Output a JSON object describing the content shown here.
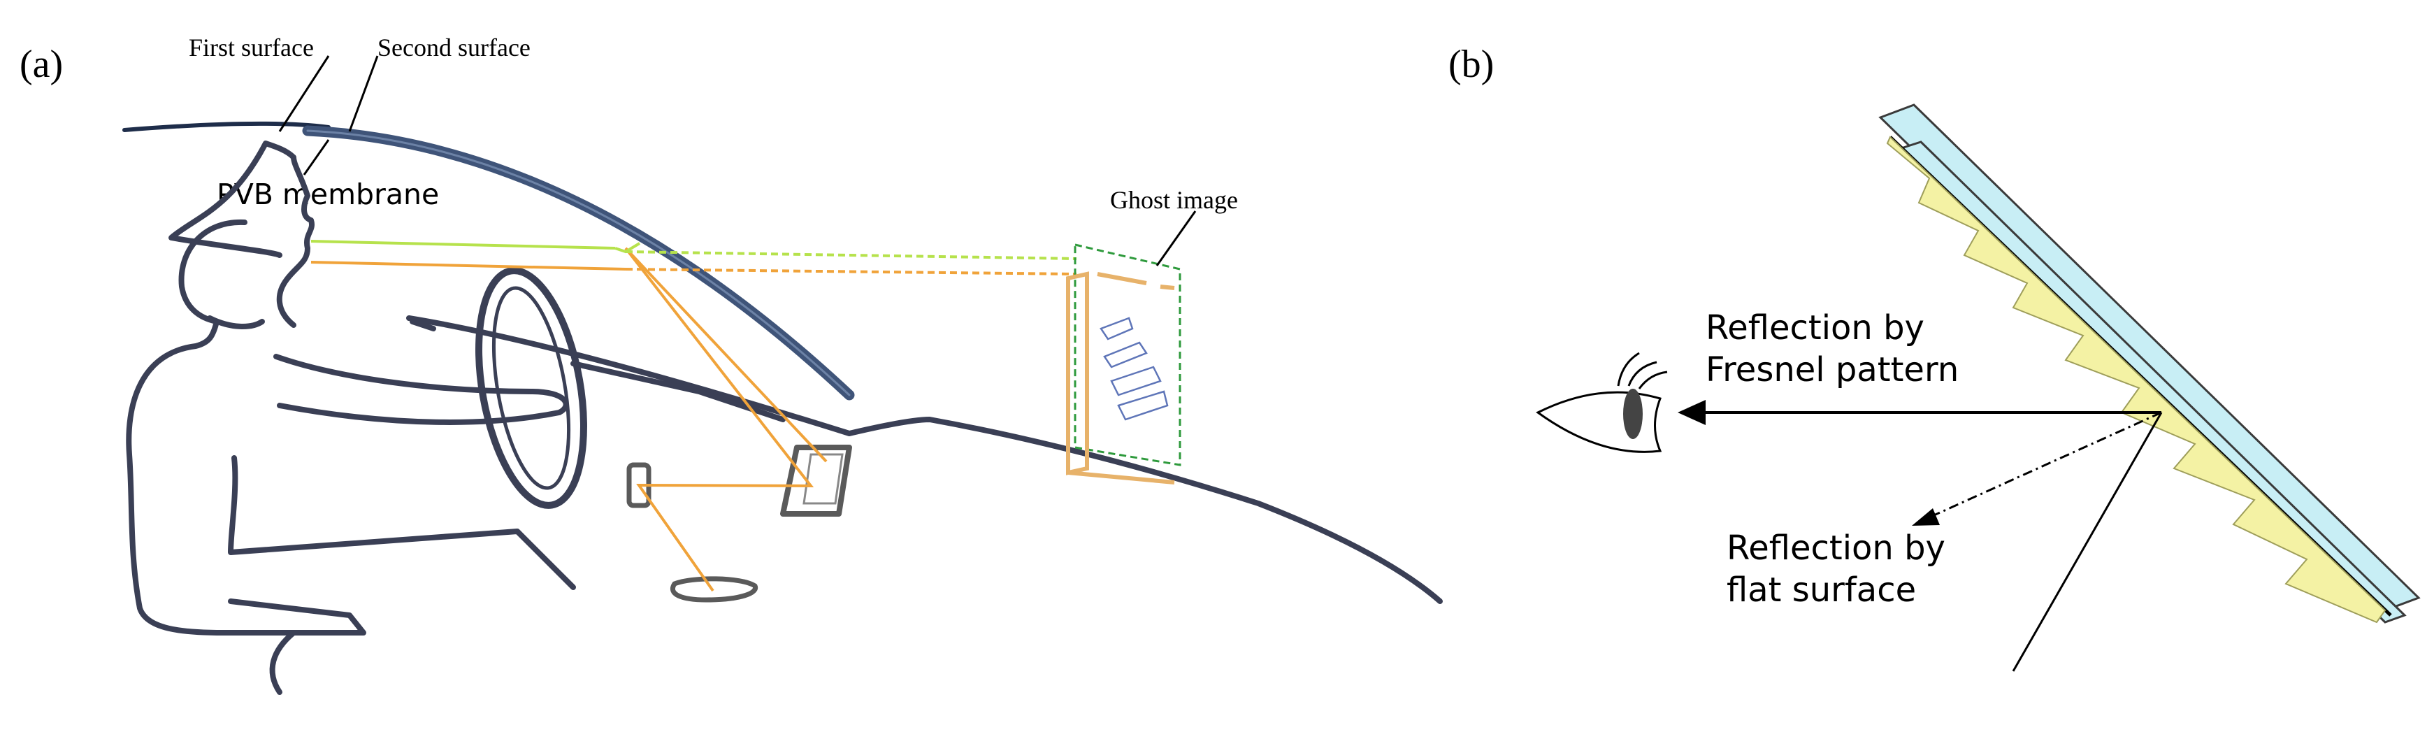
{
  "panel_a": {
    "label": "(a)",
    "first_surface": "First surface",
    "second_surface": "Second surface",
    "pvb_membrane": "PVB membrane",
    "ghost_image": "Ghost image"
  },
  "panel_b": {
    "label": "(b)",
    "fresnel_line1": "Reflection by",
    "fresnel_line2": "Fresnel pattern",
    "flat_line1": "Reflection by",
    "flat_line2": "flat surface"
  },
  "colors": {
    "body_outline": "#3a3f55",
    "windshield": "#3f5479",
    "orange_ray": "#f0a33a",
    "green_ray": "#b6e24c",
    "glass_fill": "#c8eef5",
    "fresnel_fill": "#f4f2a4"
  }
}
